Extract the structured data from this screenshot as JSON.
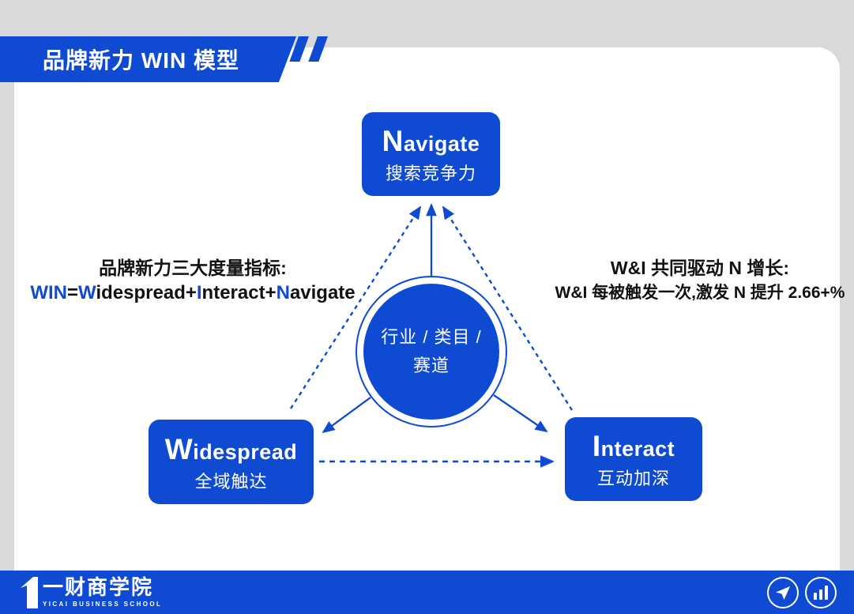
{
  "slide": {
    "title": "品牌新力 WIN 模型",
    "colors": {
      "accent_blue": "#0e4bd2",
      "background_gray": "#d9d9d9",
      "card_white": "#ffffff",
      "text_black": "#111111"
    }
  },
  "diagram": {
    "nodes": {
      "navigate": {
        "initial": "N",
        "rest": "avigate",
        "label_cn": "搜索竞争力"
      },
      "widespread": {
        "initial": "W",
        "rest": "idespread",
        "label_cn": "全域触达"
      },
      "interact": {
        "initial": "I",
        "rest": "nteract",
        "label_cn": "互动加深"
      }
    },
    "center": {
      "line1": "行业 / 类目 /",
      "line2": "赛道"
    },
    "left_note": {
      "line1": "品牌新力三大度量指标:",
      "formula": [
        {
          "text": "WIN",
          "accent": true
        },
        {
          "text": "=",
          "accent": false
        },
        {
          "text": "W",
          "accent": true
        },
        {
          "text": "idespread",
          "accent": false
        },
        {
          "text": "+",
          "accent": false
        },
        {
          "text": "I",
          "accent": true
        },
        {
          "text": "nteract",
          "accent": false
        },
        {
          "text": "+",
          "accent": false
        },
        {
          "text": "N",
          "accent": true
        },
        {
          "text": "avigate",
          "accent": false
        }
      ]
    },
    "right_note": {
      "line1": "W&I 共同驱动 N 增长:",
      "line2": "W&I 每被触发一次,激发 N 提升 2.66+%"
    }
  },
  "footer": {
    "brand_cn": "一财商学院",
    "brand_sub": "YICAI BUSINESS SCHOOL",
    "icons": [
      "send-icon",
      "bar-chart-icon"
    ]
  }
}
